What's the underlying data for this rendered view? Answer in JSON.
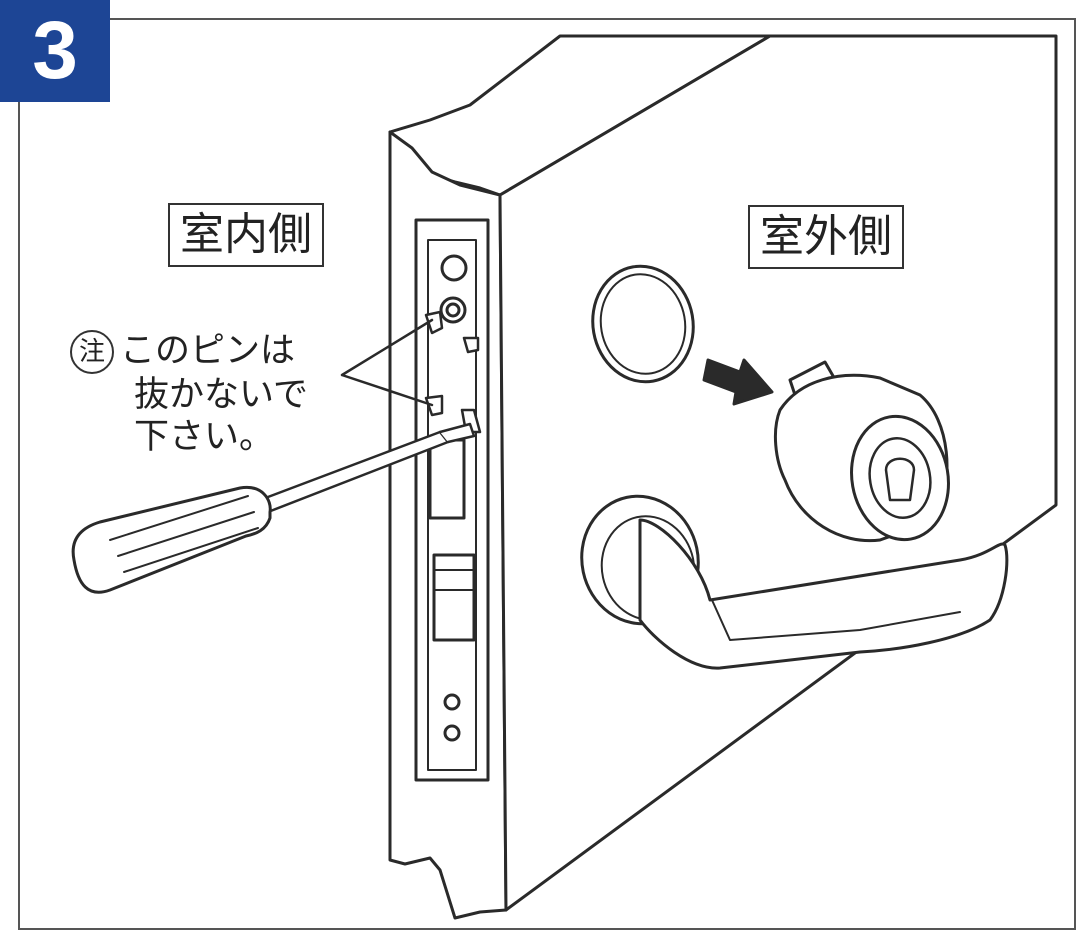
{
  "colors": {
    "badge": "#1d4595",
    "line": "#2a2a2a",
    "fill": "#ffffff"
  },
  "step_number": "3",
  "labels": {
    "indoor": "室内側",
    "outdoor": "室外側"
  },
  "note": {
    "mark": "注",
    "line1": "このピンは",
    "line2": "抜かないで",
    "line3": "下さい。"
  },
  "icons": [
    "screwdriver-icon",
    "arrow-right-icon",
    "cylinder-icon",
    "lever-handle-icon"
  ]
}
